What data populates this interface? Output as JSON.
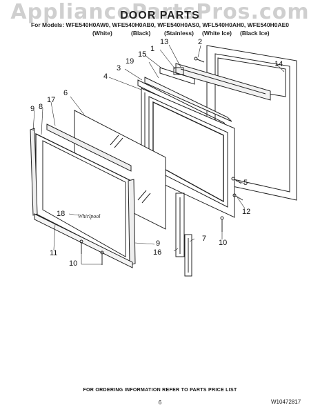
{
  "watermark": "AppliancePartsPros.com",
  "title": "DOOR PARTS",
  "models_line": "For Models: WFE540H0AW0, WFE540H0AB0, WFE540H0AS0, WFL540H0AH0, WFE540H0AE0",
  "finishes": [
    "(White)",
    "(Black)",
    "(Stainless)",
    "(White Ice)",
    "(Black Ice)"
  ],
  "callouts": {
    "c1": "1",
    "c2": "2",
    "c3": "3",
    "c4": "4",
    "c5": "5",
    "c6": "6",
    "c7": "7",
    "c8": "8",
    "c9a": "9",
    "c9b": "9",
    "c10a": "10",
    "c10b": "10",
    "c11": "11",
    "c12": "12",
    "c13": "13",
    "c14": "14",
    "c15": "15",
    "c16": "16",
    "c17": "17",
    "c18": "18",
    "c19": "19"
  },
  "brand_mark_text": "Whirlpool",
  "footer": "FOR ORDERING INFORMATION REFER TO PARTS PRICE LIST",
  "page_number": "6",
  "document_number": "W10472817",
  "colors": {
    "line": "#222222",
    "watermark": "#cfcfcf"
  }
}
